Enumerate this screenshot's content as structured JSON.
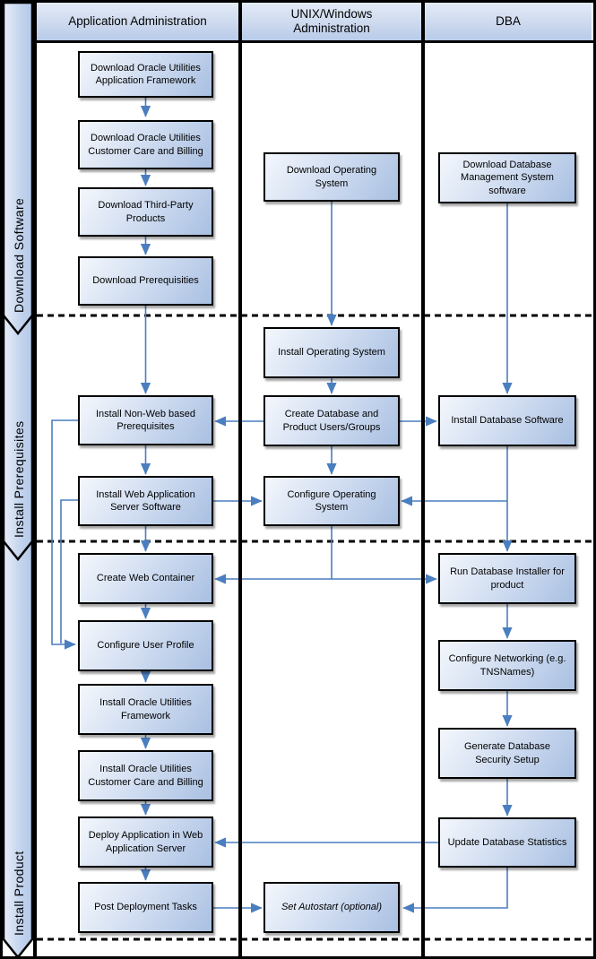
{
  "diagram": {
    "type": "swimlane-flowchart",
    "lanes": [
      {
        "id": "app-admin",
        "label": "Application Administration"
      },
      {
        "id": "unix-win-admin",
        "label": "UNIX/Windows Administration"
      },
      {
        "id": "dba",
        "label": "DBA"
      }
    ],
    "phases": [
      {
        "id": "download-software",
        "label": "Download Software"
      },
      {
        "id": "install-prerequisites",
        "label": "Install Prerequisites"
      },
      {
        "id": "install-product",
        "label": "Install Product"
      }
    ],
    "nodes": [
      {
        "id": "download-ouaf",
        "lane": "app-admin",
        "phase": "download-software",
        "label": "Download Oracle Utilities Application Framework"
      },
      {
        "id": "download-ccb",
        "lane": "app-admin",
        "phase": "download-software",
        "label": "Download Oracle Utilities Customer Care and Billing"
      },
      {
        "id": "download-third-party",
        "lane": "app-admin",
        "phase": "download-software",
        "label": "Download Third-Party Products"
      },
      {
        "id": "download-prereqs",
        "lane": "app-admin",
        "phase": "download-software",
        "label": "Download Prerequisities"
      },
      {
        "id": "install-non-web-prereqs",
        "lane": "app-admin",
        "phase": "install-prerequisites",
        "label": "Install Non-Web based Prerequisites"
      },
      {
        "id": "install-web-app-server",
        "lane": "app-admin",
        "phase": "install-prerequisites",
        "label": "Install Web Application Server Software"
      },
      {
        "id": "create-web-container",
        "lane": "app-admin",
        "phase": "install-product",
        "label": "Create Web Container"
      },
      {
        "id": "configure-user-profile",
        "lane": "app-admin",
        "phase": "install-product",
        "label": "Configure User Profile"
      },
      {
        "id": "install-ou-framework",
        "lane": "app-admin",
        "phase": "install-product",
        "label": "Install Oracle Utilities Framework"
      },
      {
        "id": "install-ou-ccb",
        "lane": "app-admin",
        "phase": "install-product",
        "label": "Install Oracle Utilities Customer Care and Billing"
      },
      {
        "id": "deploy-app-web-server",
        "lane": "app-admin",
        "phase": "install-product",
        "label": "Deploy Application in Web Application Server"
      },
      {
        "id": "post-deployment-tasks",
        "lane": "app-admin",
        "phase": "install-product",
        "label": "Post Deployment Tasks"
      },
      {
        "id": "download-os",
        "lane": "unix-win-admin",
        "phase": "download-software",
        "label": "Download Operating System"
      },
      {
        "id": "install-os",
        "lane": "unix-win-admin",
        "phase": "install-prerequisites",
        "label": "Install Operating System"
      },
      {
        "id": "create-db-users-groups",
        "lane": "unix-win-admin",
        "phase": "install-prerequisites",
        "label": "Create Database and Product Users/Groups"
      },
      {
        "id": "configure-os",
        "lane": "unix-win-admin",
        "phase": "install-prerequisites",
        "label": "Configure Operating System"
      },
      {
        "id": "set-autostart",
        "lane": "unix-win-admin",
        "phase": "install-product",
        "label": "Set Autostart (optional)",
        "italic": true
      },
      {
        "id": "download-dbms",
        "lane": "dba",
        "phase": "download-software",
        "label": "Download Database Management System software"
      },
      {
        "id": "install-db-software",
        "lane": "dba",
        "phase": "install-prerequisites",
        "label": "Install Database Software"
      },
      {
        "id": "run-db-installer",
        "lane": "dba",
        "phase": "install-product",
        "label": "Run Database Installer for product"
      },
      {
        "id": "configure-networking",
        "lane": "dba",
        "phase": "install-product",
        "label": "Configure Networking (e.g. TNSNames)"
      },
      {
        "id": "generate-db-security",
        "lane": "dba",
        "phase": "install-product",
        "label": "Generate Database Security Setup"
      },
      {
        "id": "update-db-statistics",
        "lane": "dba",
        "phase": "install-product",
        "label": "Update Database Statistics"
      }
    ],
    "edges": [
      {
        "from": "download-ouaf",
        "to": "download-ccb"
      },
      {
        "from": "download-ccb",
        "to": "download-third-party"
      },
      {
        "from": "download-third-party",
        "to": "download-prereqs"
      },
      {
        "from": "download-prereqs",
        "to": "install-non-web-prereqs"
      },
      {
        "from": "install-non-web-prereqs",
        "to": "install-web-app-server"
      },
      {
        "from": "install-non-web-prereqs",
        "to": "configure-user-profile"
      },
      {
        "from": "install-web-app-server",
        "to": "create-web-container"
      },
      {
        "from": "install-web-app-server",
        "to": "configure-os"
      },
      {
        "from": "install-web-app-server",
        "to": "configure-user-profile"
      },
      {
        "from": "create-web-container",
        "to": "configure-user-profile"
      },
      {
        "from": "configure-user-profile",
        "to": "install-ou-framework"
      },
      {
        "from": "install-ou-framework",
        "to": "install-ou-ccb"
      },
      {
        "from": "install-ou-ccb",
        "to": "deploy-app-web-server"
      },
      {
        "from": "deploy-app-web-server",
        "to": "post-deployment-tasks"
      },
      {
        "from": "post-deployment-tasks",
        "to": "set-autostart"
      },
      {
        "from": "download-os",
        "to": "install-os"
      },
      {
        "from": "install-os",
        "to": "create-db-users-groups"
      },
      {
        "from": "create-db-users-groups",
        "to": "install-non-web-prereqs"
      },
      {
        "from": "create-db-users-groups",
        "to": "install-db-software"
      },
      {
        "from": "create-db-users-groups",
        "to": "configure-os"
      },
      {
        "from": "configure-os",
        "to": "create-web-container"
      },
      {
        "from": "configure-os",
        "to": "run-db-installer"
      },
      {
        "from": "download-dbms",
        "to": "install-db-software"
      },
      {
        "from": "install-db-software",
        "to": "configure-os"
      },
      {
        "from": "install-db-software",
        "to": "run-db-installer"
      },
      {
        "from": "run-db-installer",
        "to": "configure-networking"
      },
      {
        "from": "configure-networking",
        "to": "generate-db-security"
      },
      {
        "from": "generate-db-security",
        "to": "update-db-statistics"
      },
      {
        "from": "update-db-statistics",
        "to": "deploy-app-web-server"
      },
      {
        "from": "update-db-statistics",
        "to": "set-autostart"
      }
    ],
    "colors": {
      "connector": "#4a7ebf",
      "node_border": "#000000",
      "node_fill_light": "#f4f7fc",
      "node_fill_dark": "#a9c0e2",
      "header_fill_light": "#e3ebf7",
      "header_fill_dark": "#b7cbe9",
      "ribbon_fill_light": "#e9eff9",
      "ribbon_fill_dark": "#b3c8e8",
      "frame": "#000000"
    }
  }
}
